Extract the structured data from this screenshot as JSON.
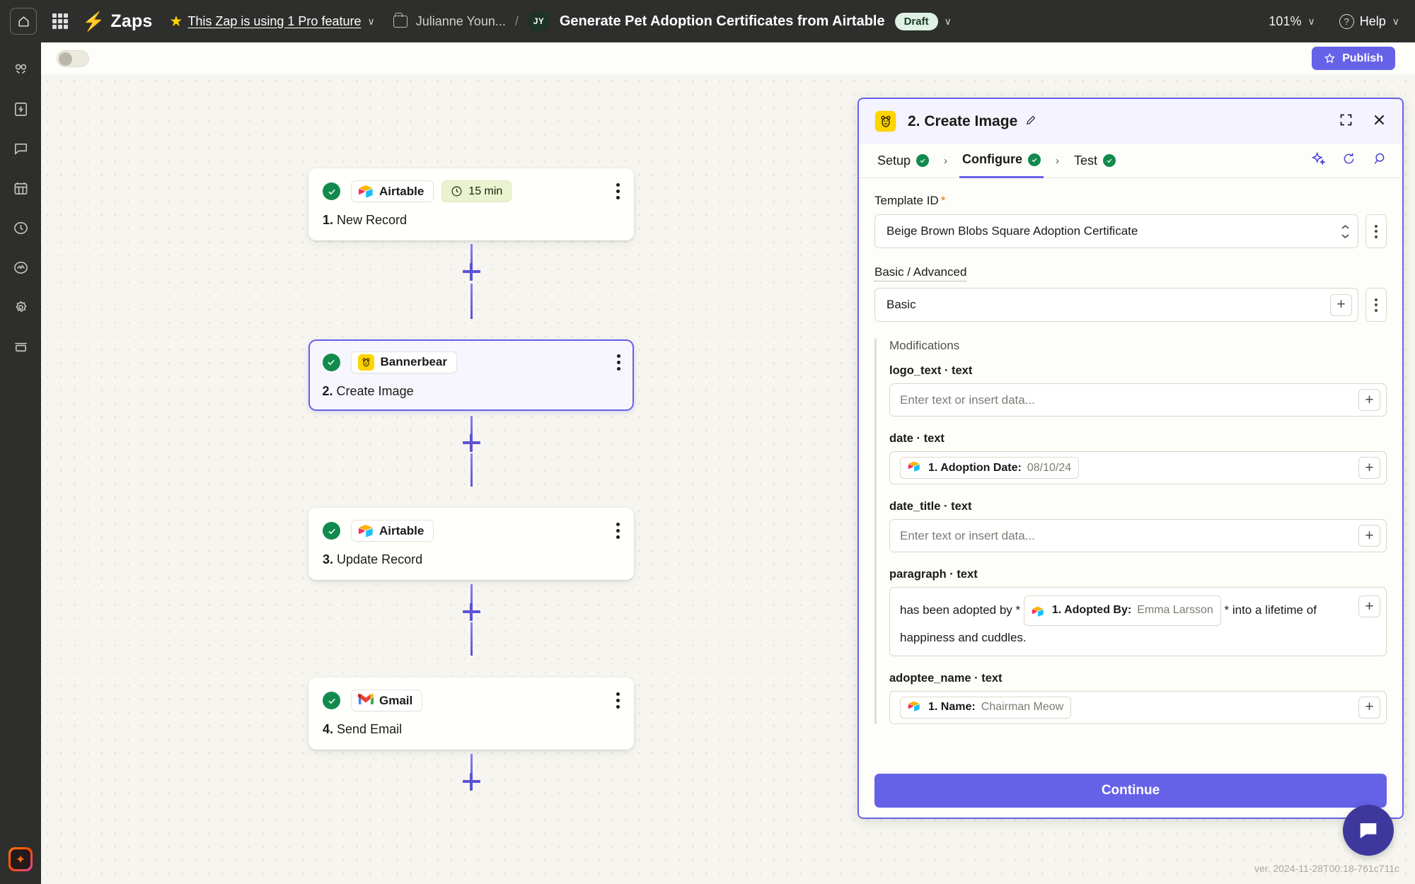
{
  "topbar": {
    "home_icon": "home-icon",
    "apps_icon": "apps-grid-icon",
    "bolt_icon": "zapier-bolt-icon",
    "zaps_label": "Zaps",
    "pro_star_icon": "star-icon",
    "pro_feature_text": "This Zap is using 1 Pro feature",
    "pro_caret": "∨",
    "folder_icon": "folder-icon",
    "owner": "Julianne Youn...",
    "separator": "/",
    "avatar_initials": "JY",
    "zap_title": "Generate Pet Adoption Certificates from Airtable",
    "status_badge": "Draft",
    "title_caret": "∨",
    "zoom_level": "101%",
    "zoom_caret": "∨",
    "help_icon": "question-circle-icon",
    "help_label": "Help",
    "help_caret": "∨"
  },
  "rail": {
    "items": [
      {
        "name": "zaps-icon"
      },
      {
        "name": "templates-icon"
      },
      {
        "name": "chatbots-icon"
      },
      {
        "name": "tables-icon"
      },
      {
        "name": "history-icon"
      },
      {
        "name": "analytics-icon"
      },
      {
        "name": "settings-icon"
      },
      {
        "name": "storage-icon"
      }
    ],
    "ai_badge": "ai-sparkle-icon"
  },
  "subbar": {
    "zap_toggle": "off",
    "publish_label": "Publish",
    "publish_icon": "star-icon"
  },
  "canvas": {
    "nodes": [
      {
        "status": "success",
        "app": "Airtable",
        "app_icon": "airtable-logo",
        "time_chip": "15 min",
        "time_icon": "clock-icon",
        "step": "1.",
        "action": "New Record",
        "selected": false
      },
      {
        "status": "success",
        "app": "Bannerbear",
        "app_icon": "bannerbear-logo",
        "time_chip": "",
        "step": "2.",
        "action": "Create Image",
        "selected": true
      },
      {
        "status": "success",
        "app": "Airtable",
        "app_icon": "airtable-logo",
        "time_chip": "",
        "step": "3.",
        "action": "Update Record",
        "selected": false
      },
      {
        "status": "success",
        "app": "Gmail",
        "app_icon": "gmail-logo",
        "time_chip": "",
        "step": "4.",
        "action": "Send Email",
        "selected": false
      }
    ],
    "add_step_icon": "plus-icon",
    "version": "ver. 2024-11-28T00:18-761c711c"
  },
  "panel": {
    "app_icon": "bannerbear-logo",
    "title": "2. Create Image",
    "edit_icon": "pencil-icon",
    "expand_icon": "expand-icon",
    "close_icon": "close-icon",
    "tabs": [
      {
        "label": "Setup",
        "state": "complete",
        "active": false
      },
      {
        "label": "Configure",
        "state": "complete",
        "active": true
      },
      {
        "label": "Test",
        "state": "complete",
        "active": false
      }
    ],
    "tab_separator": "›",
    "actions": [
      {
        "name": "ai-sparkle-icon"
      },
      {
        "name": "refresh-icon"
      },
      {
        "name": "search-icon"
      }
    ],
    "fields": {
      "template_id": {
        "label": "Template ID",
        "required_marker": "*",
        "value": "Beige Brown Blobs Square Adoption Certificate"
      },
      "basic_advanced": {
        "label": "Basic / Advanced",
        "value": "Basic"
      }
    },
    "modifications": {
      "title": "Modifications",
      "items": [
        {
          "label": "logo_text · text",
          "kind": "placeholder",
          "placeholder": "Enter text or insert data..."
        },
        {
          "label": "date · text",
          "kind": "token",
          "token_icon": "airtable-logo",
          "token_key": "1. Adoption Date:",
          "token_value": "08/10/24"
        },
        {
          "label": "date_title · text",
          "kind": "placeholder",
          "placeholder": "Enter text or insert data..."
        },
        {
          "label": "paragraph · text",
          "kind": "rich",
          "text_before": "has been adopted by *",
          "token_icon": "airtable-logo",
          "token_key": "1. Adopted By:",
          "token_value": "Emma Larsson",
          "text_after": "* into a lifetime of happiness and cuddles."
        },
        {
          "label": "adoptee_name · text",
          "kind": "token",
          "token_icon": "airtable-logo",
          "token_key": "1. Name:",
          "token_value": "Chairman Meow"
        }
      ]
    },
    "continue_label": "Continue"
  },
  "chat_widget": {
    "icon": "chat-bubble-icon"
  },
  "colors": {
    "accent_purple": "#6662e8",
    "brand_orange": "#ff4f00",
    "success_green": "#128a4b",
    "dark_chrome": "#2e2e2c",
    "canvas": "#f6f5ef",
    "draft_badge": "#dff0e4"
  }
}
